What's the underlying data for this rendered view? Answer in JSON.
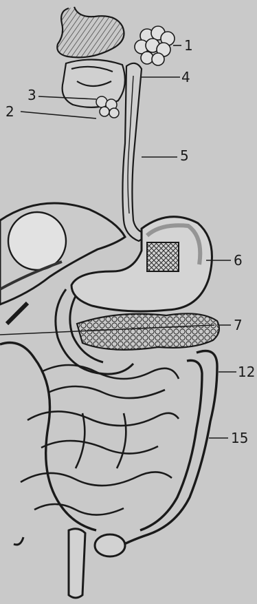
{
  "labels": {
    "l1": "1",
    "l2": "2",
    "l3": "3",
    "l4": "4",
    "l5": "5",
    "l6": "6",
    "l7": "7",
    "l12": "12",
    "l15": "15"
  },
  "colors": {
    "paper": "#c9c9c9",
    "ink": "#1a1a1a",
    "organ_fill": "#d6d6d6",
    "shadow": "#8a8a8a"
  }
}
